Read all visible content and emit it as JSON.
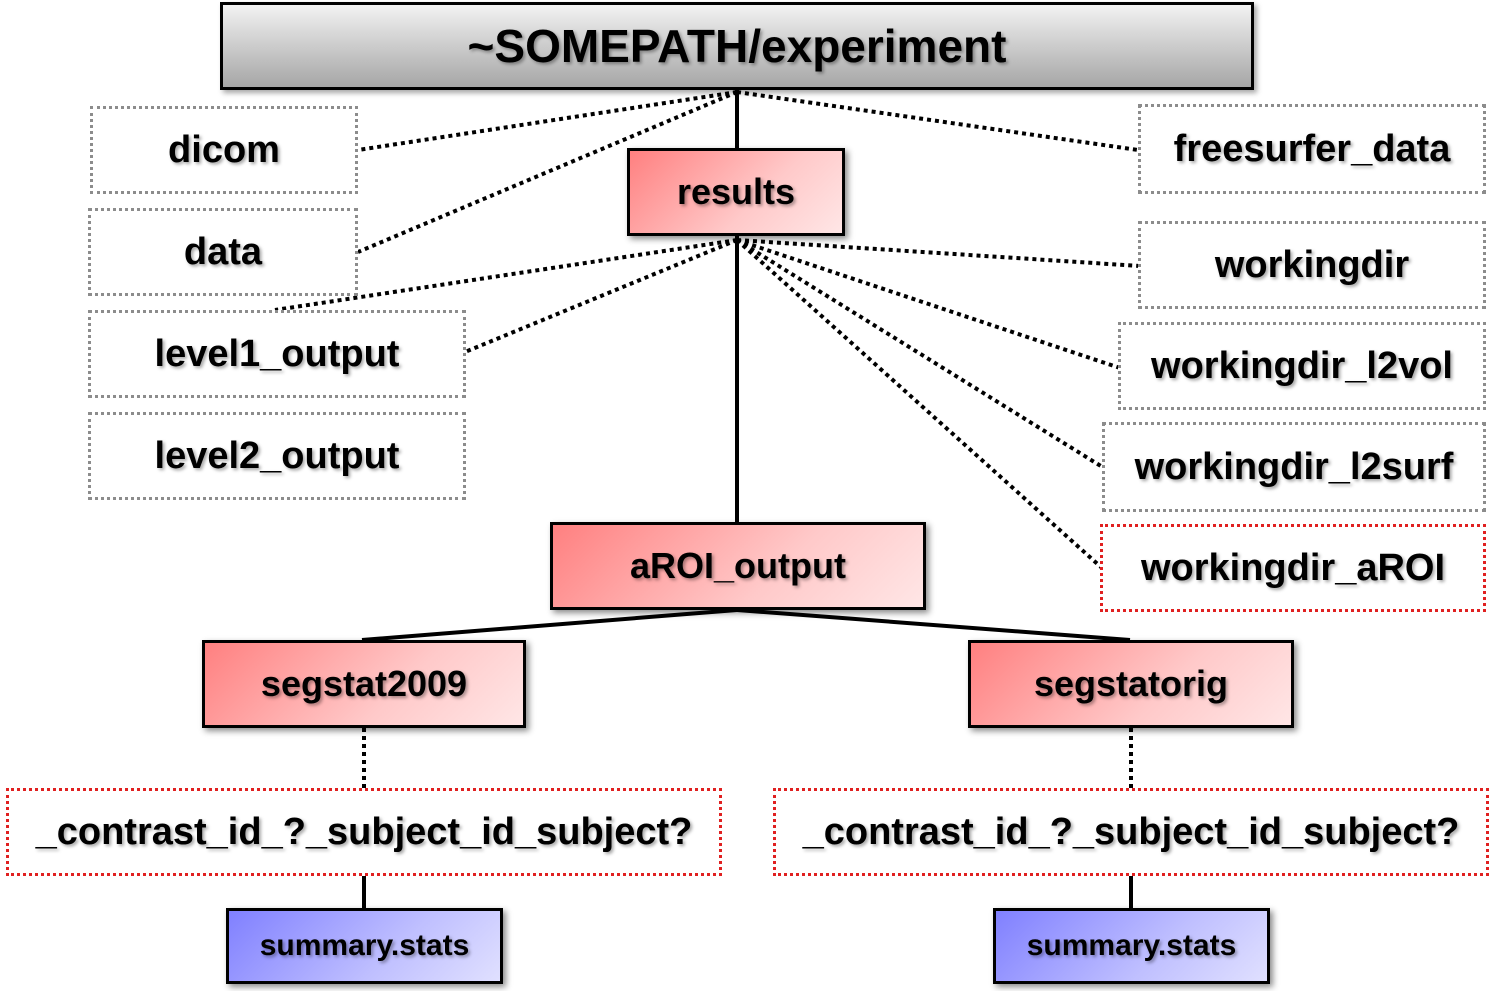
{
  "root": "~SOMEPATH/experiment",
  "folders": {
    "dicom": "dicom",
    "data": "data",
    "level1_output": "level1_output",
    "level2_output": "level2_output",
    "results": "results",
    "freesurfer_data": "freesurfer_data",
    "workingdir": "workingdir",
    "workingdir_l2vol": "workingdir_l2vol",
    "workingdir_l2surf": "workingdir_l2surf",
    "workingdir_aroi": "workingdir_aROI",
    "aroi_output": "aROI_output",
    "segstat2009": "segstat2009",
    "segstatorig": "segstatorig",
    "contrast_left": "_contrast_id_?_subject_id_subject?",
    "contrast_right": "_contrast_id_?_subject_id_subject?",
    "summary_left": "summary.stats",
    "summary_right": "summary.stats"
  },
  "colors": {
    "root_fill": "#a6a6a6",
    "highlight_fill": "#ff8080",
    "file_fill": "#8080ff",
    "folder_border": "#8c8c8c",
    "marked_border": "#e02020"
  }
}
